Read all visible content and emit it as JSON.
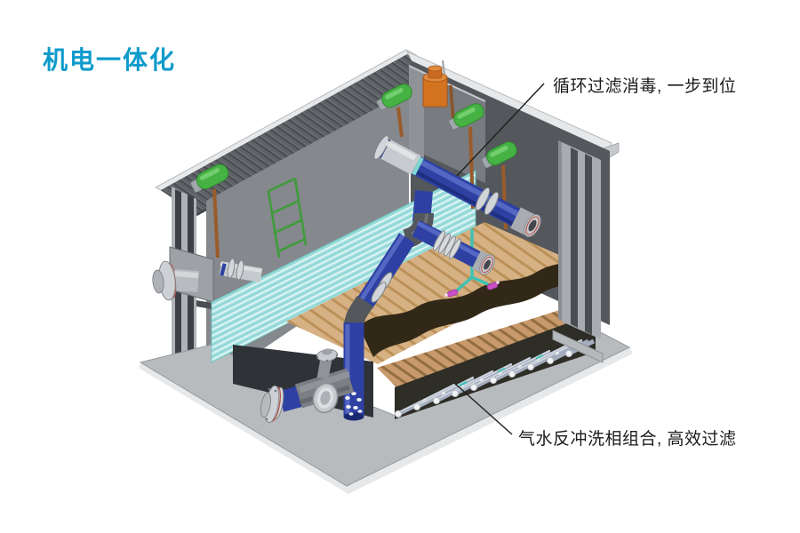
{
  "title": {
    "text": "机电一体化"
  },
  "annotations": {
    "top": {
      "text": "循环过滤消毒, 一步到位"
    },
    "bottom": {
      "text": "气水反冲洗相组合, 高效过滤"
    }
  },
  "colors": {
    "title_blue": "#0E9BCB",
    "annotation_black": "#1C1C1C",
    "pipe_blue": "#2E41A3",
    "pipe_blue_dark": "#1A2870",
    "pipe_blue_light": "#5A6FC9",
    "elbow_gray": "#54575C",
    "silver": "#C9CCD1",
    "silver_dark": "#8E9296",
    "actuator_green": "#47B244",
    "actuator_green_dark": "#2F8C2E",
    "stem_brown": "#9A5B2B",
    "tank_orange": "#D4731F",
    "roof_gray": "#5E6165",
    "roof_stripe": "#494C50",
    "trim_white": "#E6E8EA",
    "wall_inner": "#85888C",
    "wall_dark": "#54575B",
    "wall_cut": "#AFB2B6",
    "panel_dark": "#2F3236",
    "lamella_cyan": "#A8E1E0",
    "lamella_light": "#E9FAF9",
    "lamella_deep": "#7CCFCE",
    "media_tan": "#D6B183",
    "media_tan_dark": "#C7996B",
    "media_brown": "#322818",
    "lateral_gray": "#A3ADBE",
    "floor_gray": "#B8BBBE",
    "teal_pipe": "#3EC1B4",
    "magenta": "#C94FC6",
    "gasket_red": "#B4574E"
  }
}
